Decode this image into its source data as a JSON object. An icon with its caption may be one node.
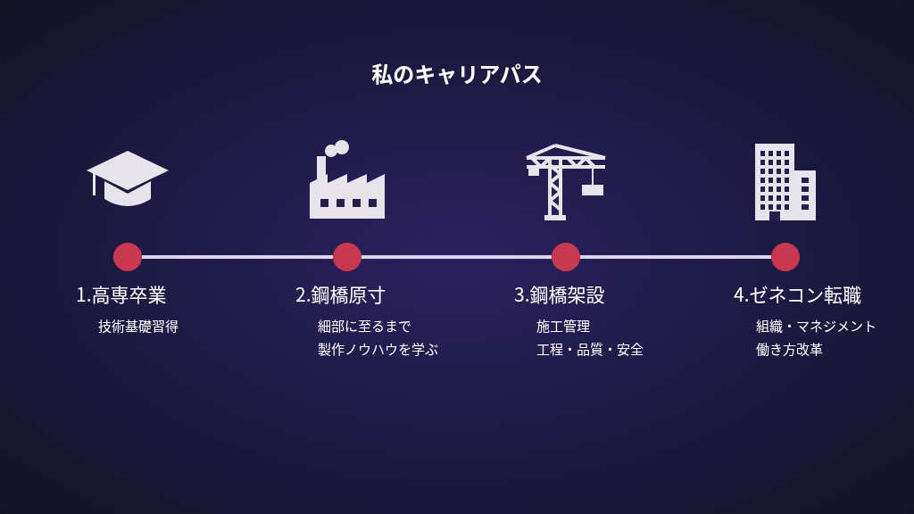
{
  "diagram": {
    "title": "私のキャリアパス",
    "nodes": [
      {
        "text": [],
        "shape": "circle",
        "beside": [
          "1.高専卒業",
          "技術基礎習得"
        ]
      },
      {
        "text": [],
        "shape": "circle",
        "beside": [
          "2.鋼橋原寸",
          "細部に至るまで",
          "製作ノウハウを学ぶ"
        ]
      },
      {
        "text": [],
        "shape": "circle",
        "beside": [
          "3.鋼橋架設",
          "施工管理",
          "工程・品質・安全"
        ]
      },
      {
        "text": [],
        "shape": "circle",
        "beside": [
          "4.ゼネコン転職",
          "組織・マネジメント",
          "働き方改革"
        ]
      }
    ],
    "edges": [
      {
        "from": 0,
        "to": 1,
        "arrow": "none"
      },
      {
        "from": 1,
        "to": 2,
        "arrow": "none"
      },
      {
        "from": 2,
        "to": 3,
        "arrow": "none"
      }
    ]
  }
}
